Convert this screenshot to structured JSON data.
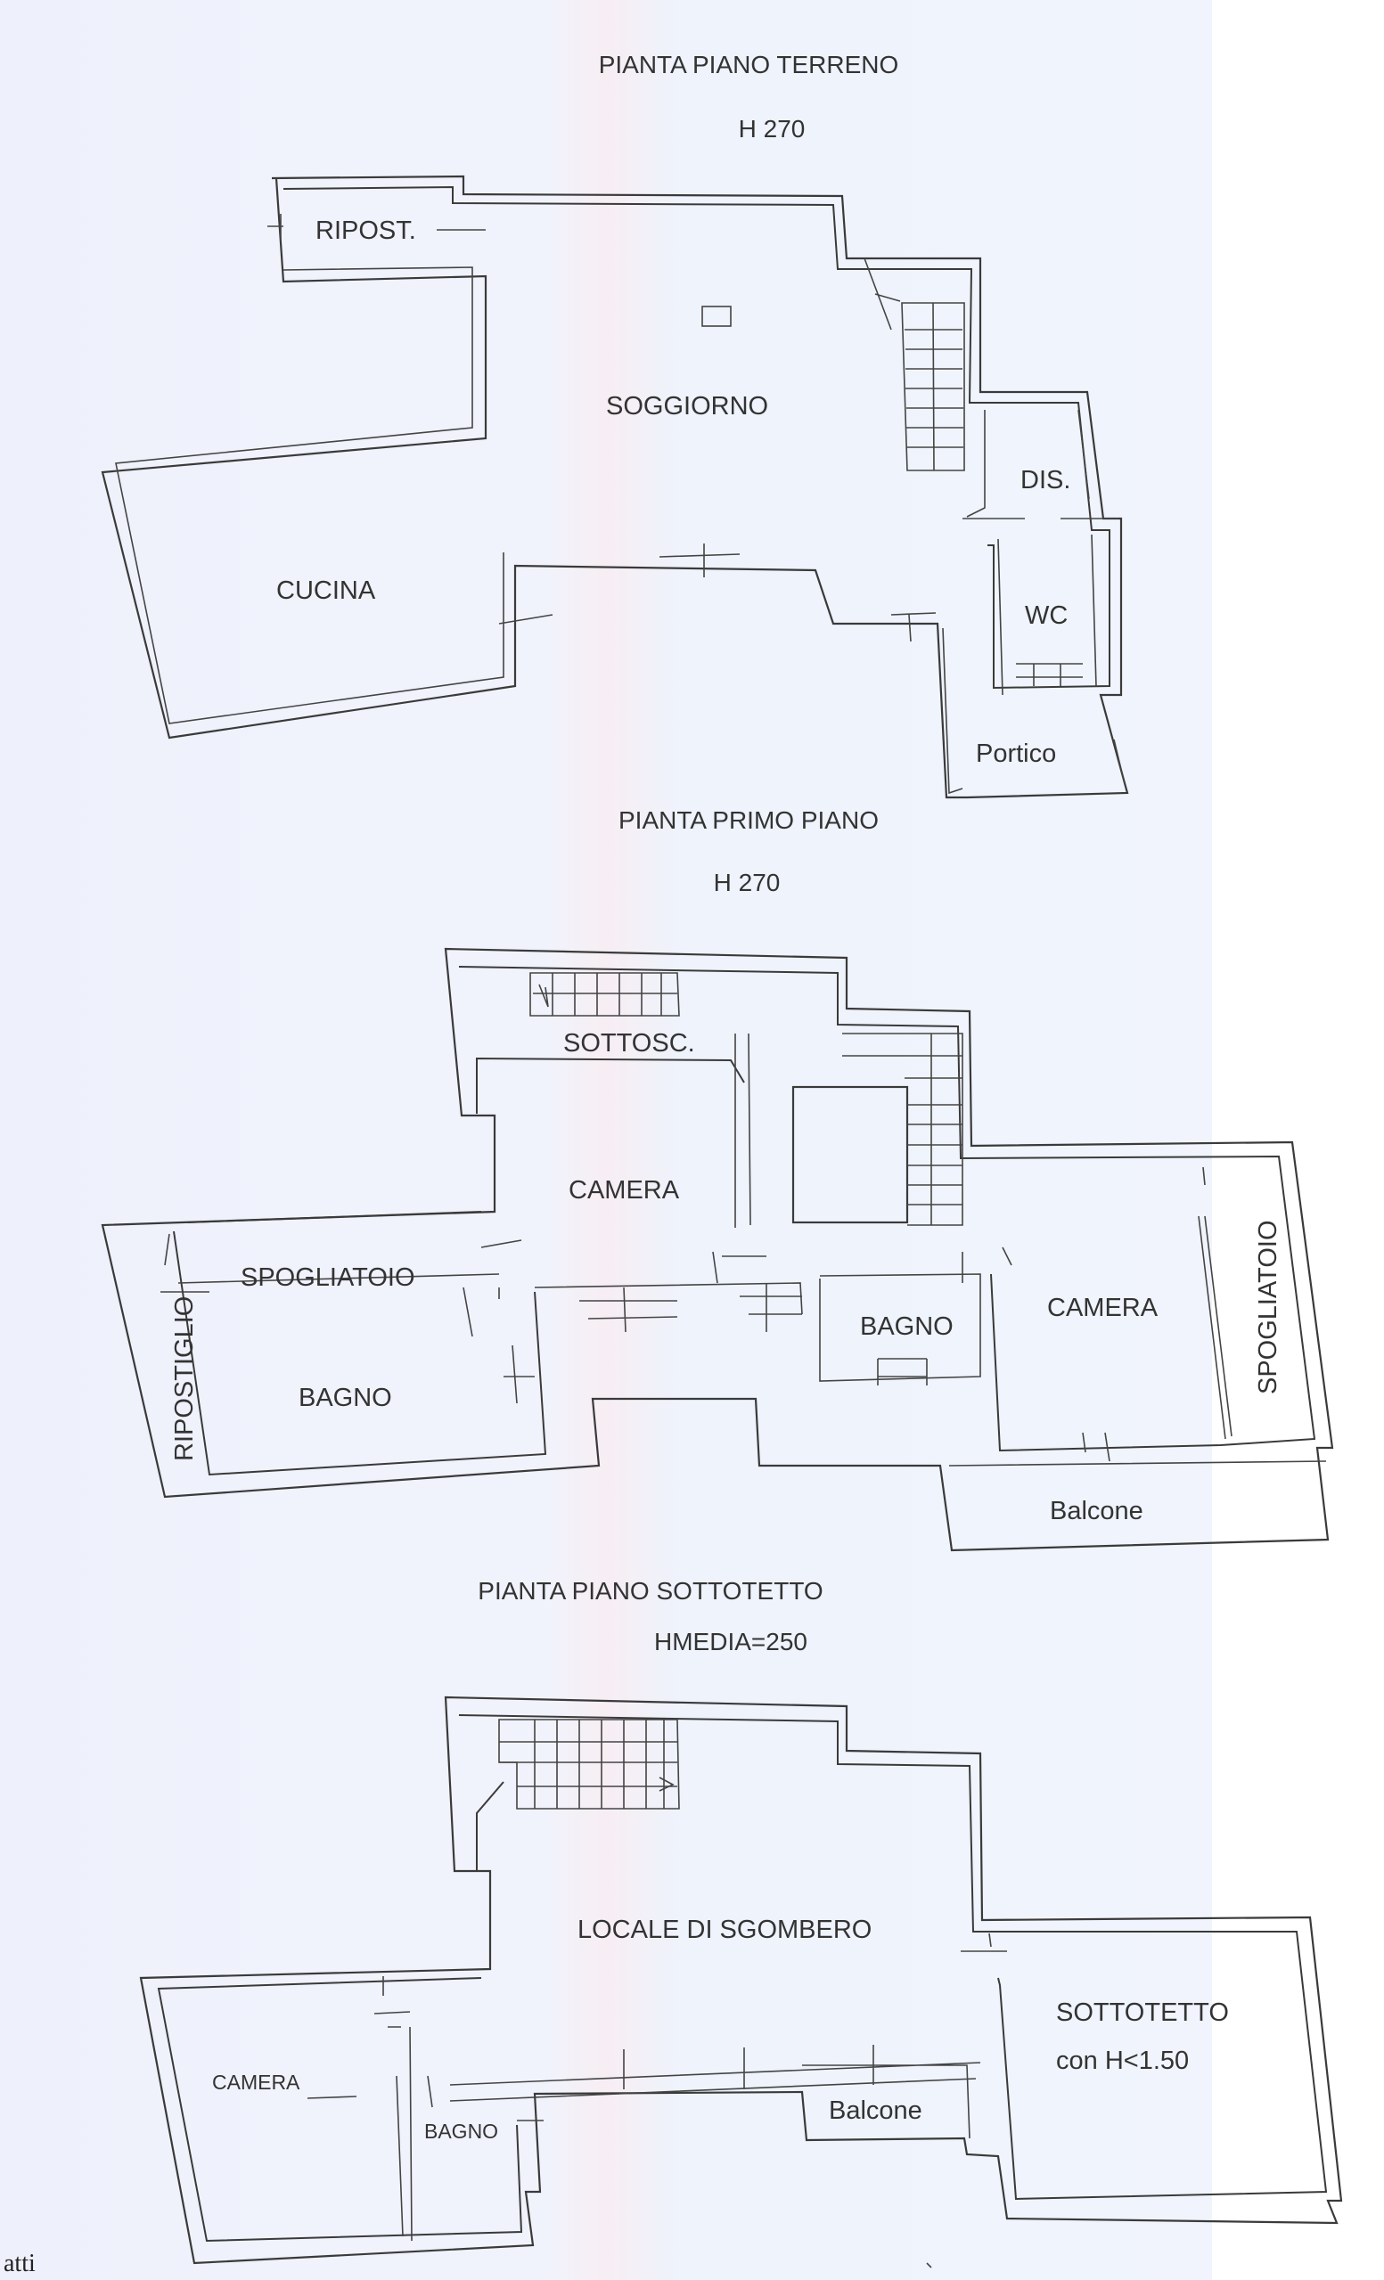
{
  "ground_floor": {
    "title": "PIANTA PIANO TERRENO",
    "height": "H 270",
    "rooms": {
      "ripost": "RIPOST.",
      "soggiorno": "SOGGIORNO",
      "cucina": "CUCINA",
      "dis": "DIS.",
      "wc": "WC",
      "portico": "Portico"
    }
  },
  "first_floor": {
    "title": "PIANTA PRIMO PIANO",
    "height": "H 270",
    "rooms": {
      "sottosc": "SOTTOSC.",
      "camera_center": "CAMERA",
      "spogliatoio_left": "SPOGLIATOIO",
      "ripostiglio": "RIPOSTIGLIO",
      "bagno_left": "BAGNO",
      "bagno_center": "BAGNO",
      "camera_right": "CAMERA",
      "spogliatoio_right": "SPOGLIATOIO",
      "balcone": "Balcone"
    }
  },
  "attic_floor": {
    "title": "PIANTA PIANO SOTTOTETTO",
    "height": "HMEDIA=250",
    "rooms": {
      "locale": "LOCALE DI SGOMBERO",
      "sottotetto": "SOTTOTETTO",
      "sottotetto_note": "con H<1.50",
      "camera": "CAMERA",
      "bagno": "BAGNO",
      "balcone": "Balcone"
    }
  },
  "footer_fragment": "atti",
  "colors": {
    "wall": "#3a3a3a",
    "text": "#333333",
    "background_tint": "#eef1fb"
  }
}
